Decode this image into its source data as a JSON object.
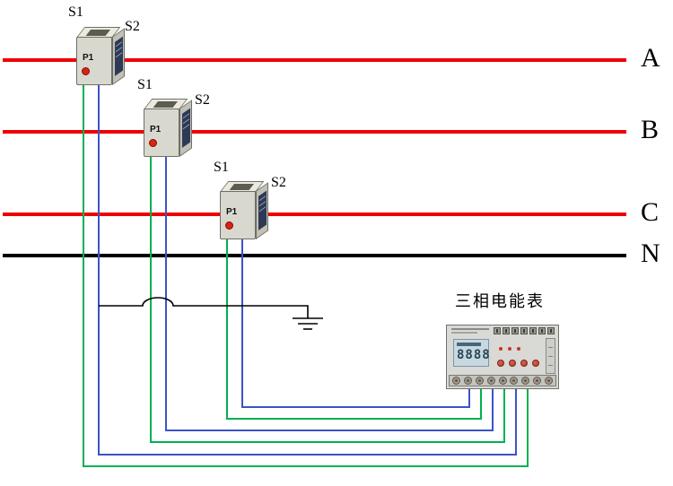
{
  "diagram": {
    "phases": [
      {
        "label": "A"
      },
      {
        "label": "B"
      },
      {
        "label": "C"
      },
      {
        "label": "N"
      }
    ],
    "transformers": [
      {
        "s1": "S1",
        "s2": "S2",
        "p1": "P1"
      },
      {
        "s1": "S1",
        "s2": "S2",
        "p1": "P1"
      },
      {
        "s1": "S1",
        "s2": "S2",
        "p1": "P1"
      }
    ],
    "meter": {
      "label": "三相电能表",
      "lcd": "8888"
    },
    "colors": {
      "phase_line": "#ee0000",
      "neutral_line": "#000000",
      "s1_wire": "#00b050",
      "s2_wire": "#3c53c8",
      "p1_marker": "#dd2211"
    }
  }
}
